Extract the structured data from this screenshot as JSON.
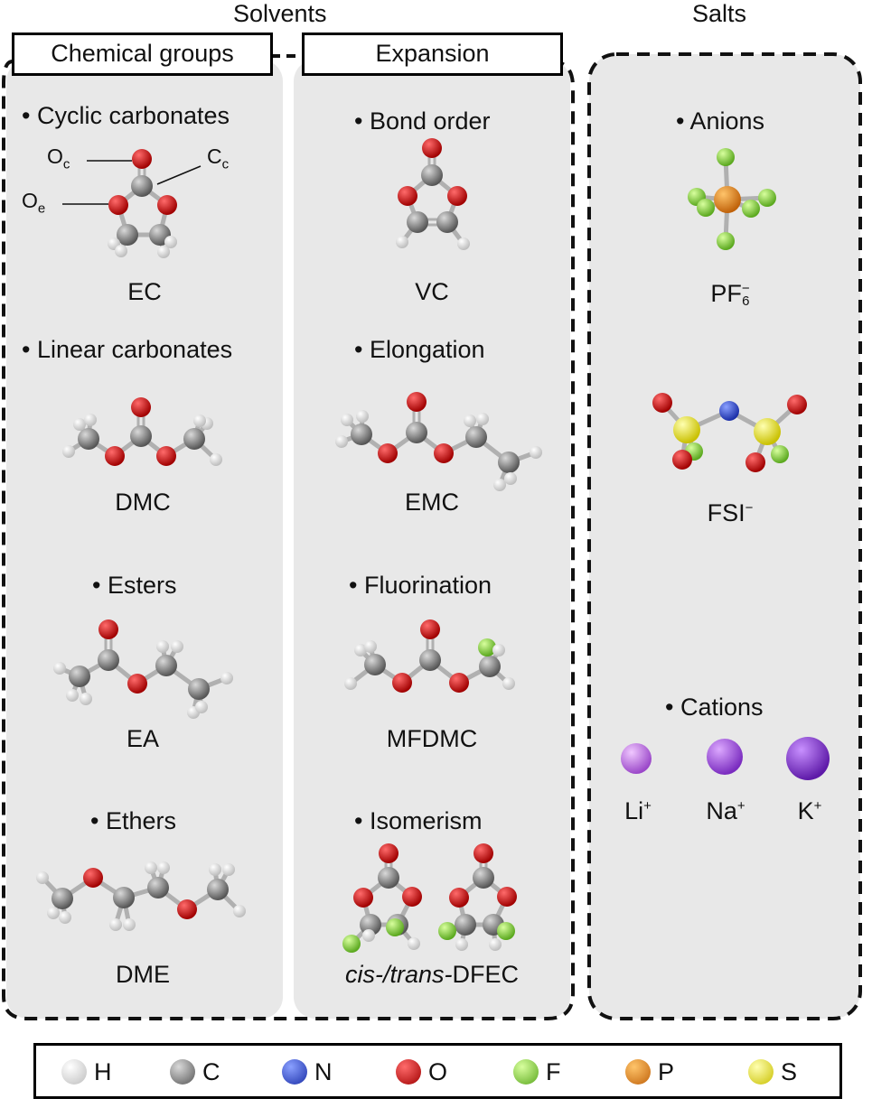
{
  "headers": {
    "solvents": "Solvents",
    "salts": "Salts"
  },
  "boxes": {
    "chemical_groups": "Chemical groups",
    "expansion": "Expansion"
  },
  "left_panel": [
    {
      "heading": "• Cyclic carbonates",
      "molecule": "EC"
    },
    {
      "heading": "• Linear carbonates",
      "molecule": "DMC"
    },
    {
      "heading": "• Esters",
      "molecule": "EA"
    },
    {
      "heading": "• Ethers",
      "molecule": "DME"
    }
  ],
  "ec_labels": {
    "oc": "O",
    "oc_sub": "c",
    "cc": "C",
    "cc_sub": "c",
    "oe": "O",
    "oe_sub": "e"
  },
  "middle_panel": [
    {
      "heading": "• Bond order",
      "molecule": "VC"
    },
    {
      "heading": "• Elongation",
      "molecule": "EMC"
    },
    {
      "heading": "• Fluorination",
      "molecule": "MFDMC"
    },
    {
      "heading": "• Isomerism",
      "molecule_italic": "cis-/trans-",
      "molecule_rest": "DFEC"
    }
  ],
  "right_panel": {
    "anions_heading": "• Anions",
    "pf6": "PF",
    "pf6_sub": "6",
    "pf6_sup": "−",
    "fsi": "FSI",
    "fsi_sup": "−",
    "cations_heading": "• Cations",
    "cations": [
      {
        "symbol": "Li",
        "charge": "+",
        "color": "#c77ee6"
      },
      {
        "symbol": "Na",
        "charge": "+",
        "color": "#a24ddf"
      },
      {
        "symbol": "K",
        "charge": "+",
        "color": "#8a3bd6"
      }
    ]
  },
  "legend": [
    {
      "symbol": "H",
      "color": "#ffffff",
      "icon": "hydrogen-atom"
    },
    {
      "symbol": "C",
      "color": "#8e8e8e",
      "icon": "carbon-atom"
    },
    {
      "symbol": "N",
      "color": "#3553dd",
      "icon": "nitrogen-atom"
    },
    {
      "symbol": "O",
      "color": "#d81f1f",
      "icon": "oxygen-atom"
    },
    {
      "symbol": "F",
      "color": "#8fe04a",
      "icon": "fluorine-atom"
    },
    {
      "symbol": "P",
      "color": "#f08c1a",
      "icon": "phosphorus-atom"
    },
    {
      "symbol": "S",
      "color": "#f3ee27",
      "icon": "sulfur-atom"
    }
  ]
}
